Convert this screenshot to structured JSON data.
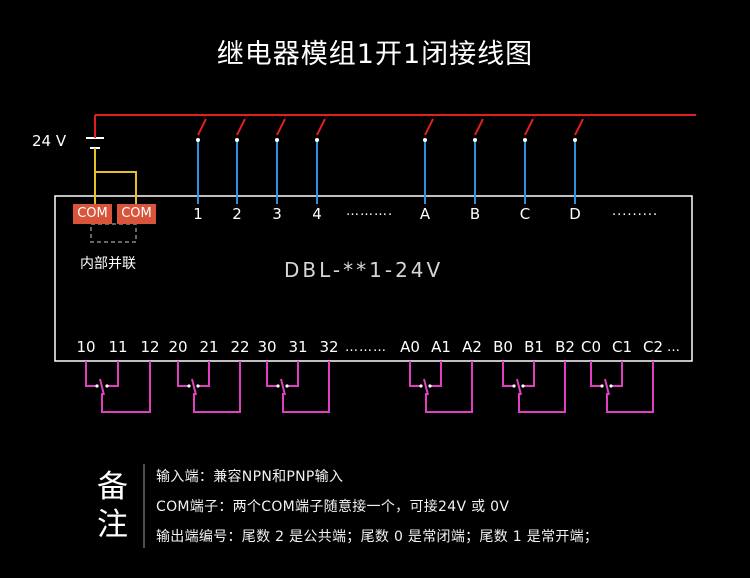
{
  "title": "继电器模组1开1闭接线图",
  "power_label": "24 V",
  "com_labels": [
    "COM",
    "COM"
  ],
  "internal_parallel": "内部并联",
  "input_terminals": [
    "1",
    "2",
    "3",
    "4",
    "A",
    "B",
    "C",
    "D"
  ],
  "ellipsis": "……….",
  "ellipsis_right": ".........",
  "model": "DBL-**1-24V",
  "output_terminals": [
    "10",
    "11",
    "12",
    "20",
    "21",
    "22",
    "30",
    "31",
    "32",
    "A0",
    "A1",
    "A2",
    "B0",
    "B1",
    "B2",
    "C0",
    "C1",
    "C2"
  ],
  "output_ellipsis": "………",
  "output_end": "…",
  "notes_header": "备注",
  "notes": [
    "输入端：兼容NPN和PNP输入",
    "COM端子：两个COM端子随意接一个，可接24V 或 0V",
    "输出端编号：尾数 2 是公共端；尾数 0 是常闭端；尾数 1 是常开端；"
  ],
  "colors": {
    "power": "#e02020",
    "signal": "#2f8fe0",
    "com_wire": "#e6c02a",
    "relay": "#e040c0",
    "outline": "#ffffff"
  }
}
